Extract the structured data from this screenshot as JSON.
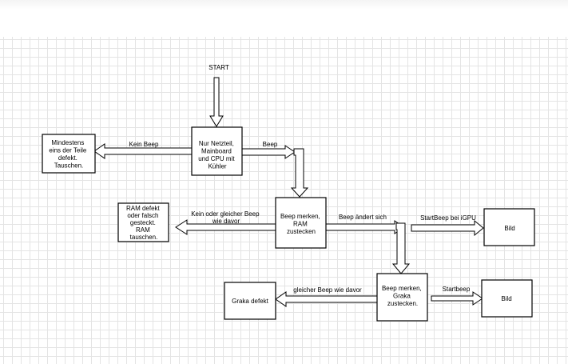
{
  "diagram": {
    "start": "START",
    "node_main": [
      "Nur Netzteil,",
      "Mainboard",
      "und CPU mit",
      "Kühler"
    ],
    "node_left1": [
      "Mindestens",
      "eins der Teile",
      "defekt.",
      "Tauschen."
    ],
    "node_ram": [
      "Beep merken,",
      "RAM",
      "zustecken"
    ],
    "node_ram_defect": [
      "RAM defekt",
      "oder falsch",
      "gesteckt.",
      "RAM",
      "tauschen."
    ],
    "node_bild1": "Bild",
    "node_graka": [
      "Beep merken,",
      "Graka",
      "zustecken."
    ],
    "node_graka_defect": "Graka defekt",
    "node_bild2": "Bild",
    "edge_kein_beep": "Kein Beep",
    "edge_beep": "Beep",
    "edge_kein_gleicher": [
      "Kein oder gleicher Beep",
      "wie davor"
    ],
    "edge_beep_aendert": "Beep ändert sich",
    "edge_startbeep_igpu": "StartBeep bei iGPU",
    "edge_gleicher_beep": "gleicher Beep wie davor",
    "edge_startbeep": "Startbeep"
  }
}
